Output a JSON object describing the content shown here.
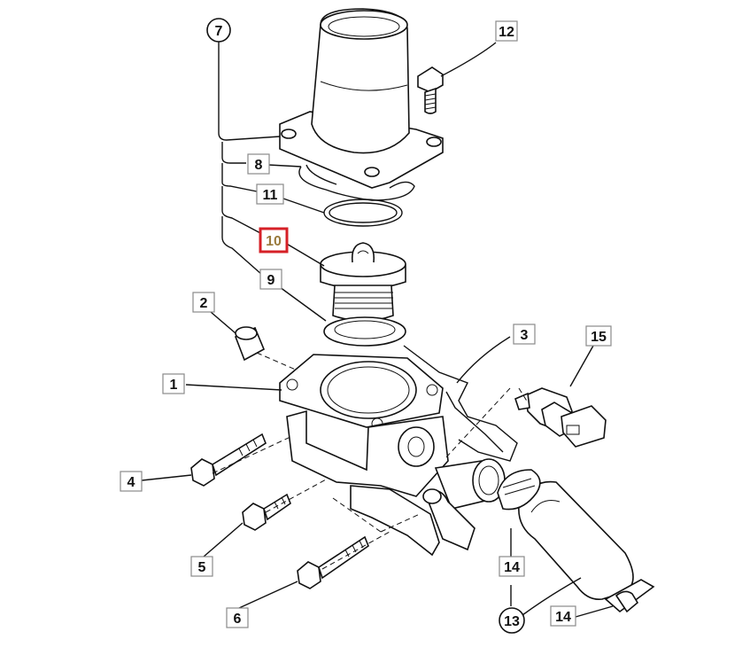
{
  "diagram": {
    "callouts": [
      {
        "id": "c7",
        "text": "7"
      },
      {
        "id": "c12",
        "text": "12"
      },
      {
        "id": "c8",
        "text": "8"
      },
      {
        "id": "c11",
        "text": "11"
      },
      {
        "id": "c10",
        "text": "10"
      },
      {
        "id": "c9",
        "text": "9"
      },
      {
        "id": "c2",
        "text": "2"
      },
      {
        "id": "c3",
        "text": "3"
      },
      {
        "id": "c15",
        "text": "15"
      },
      {
        "id": "c1",
        "text": "1"
      },
      {
        "id": "c4",
        "text": "4"
      },
      {
        "id": "c5",
        "text": "5"
      },
      {
        "id": "c6",
        "text": "6"
      },
      {
        "id": "c14a",
        "text": "14"
      },
      {
        "id": "c13",
        "text": "13"
      },
      {
        "id": "c14b",
        "text": "14"
      }
    ],
    "highlight_color": "#d62027",
    "highlighted_callout": "10"
  }
}
